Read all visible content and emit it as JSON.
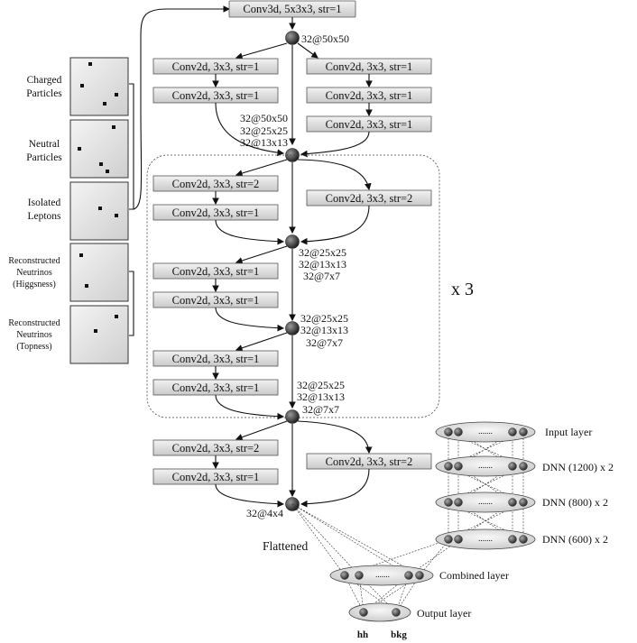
{
  "conv3d": "Conv3d, 5x3x3, str=1",
  "input_panels": [
    {
      "label": [
        "Charged",
        "Particles"
      ]
    },
    {
      "label": [
        "Neutral",
        "Particles"
      ]
    },
    {
      "label": [
        "Isolated",
        "Leptons"
      ]
    },
    {
      "label": [
        "Reconstructed",
        "Neutrinos",
        "(Higgsness)"
      ]
    },
    {
      "label": [
        "Reconstructed",
        "Neutrinos",
        "(Topness)"
      ]
    }
  ],
  "shapes": {
    "after_conv3d": "32@50x50",
    "stage0": [
      "32@50x50",
      "32@25x25",
      "32@13x13"
    ],
    "stage1": [
      "32@25x25",
      "32@13x13",
      "32@7x7"
    ],
    "stage2": [
      "32@25x25",
      "32@13x13",
      "32@7x7"
    ],
    "stage3": [
      "32@25x25",
      "32@13x13",
      "32@7x7"
    ],
    "final": "32@4x4"
  },
  "blocks": {
    "b0_left1": "Conv2d, 3x3, str=1",
    "b0_left2": "Conv2d, 3x3, str=1",
    "b0_right1": "Conv2d, 3x3, str=1",
    "b0_right2": "Conv2d, 3x3, str=1",
    "b0_right3": "Conv2d, 3x3, str=1",
    "b1_left1": "Conv2d, 3x3, str=2",
    "b1_left2": "Conv2d, 3x3, str=1",
    "b1_right": "Conv2d, 3x3, str=2",
    "b2_left1": "Conv2d, 3x3, str=1",
    "b2_left2": "Conv2d, 3x3, str=1",
    "b3_left1": "Conv2d, 3x3, str=1",
    "b3_left2": "Conv2d, 3x3, str=1",
    "b4_left1": "Conv2d, 3x3, str=2",
    "b4_left2": "Conv2d, 3x3, str=1",
    "b4_right": "Conv2d, 3x3, str=2"
  },
  "repeat_label": "x 3",
  "flattened": "Flattened",
  "dnn": {
    "input_layer": "Input layer",
    "layer1": "DNN (1200) x 2",
    "layer2": "DNN (800) x 2",
    "layer3": "DNN (600) x 2",
    "dots": "......."
  },
  "combined_layer": "Combined layer",
  "output_layer": "Output layer",
  "outputs": [
    "hh",
    "bkg"
  ]
}
